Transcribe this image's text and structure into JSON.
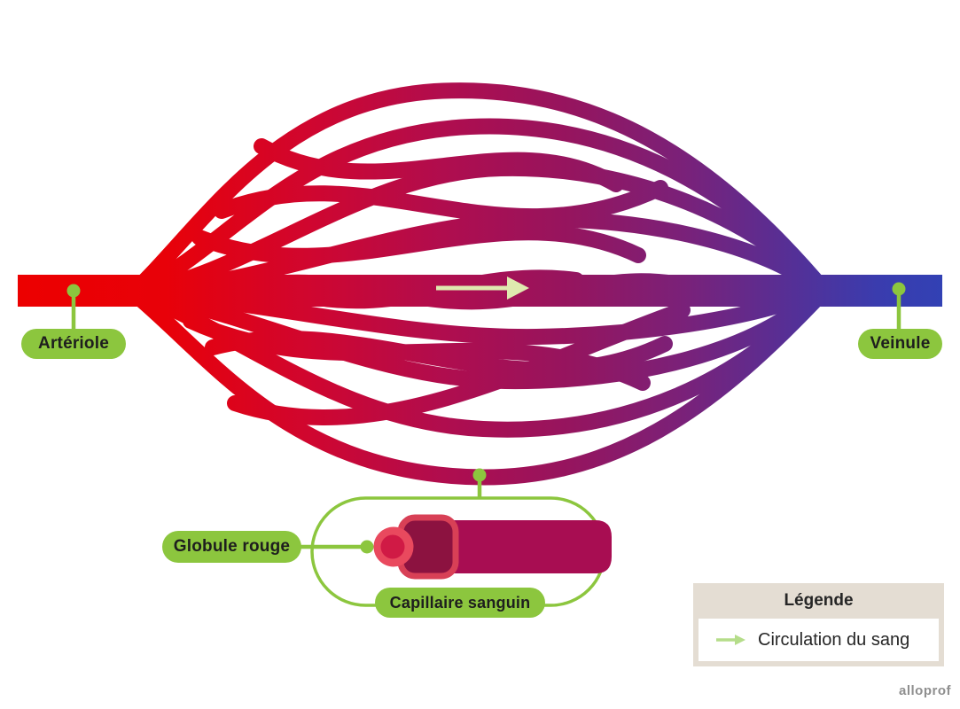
{
  "labels": {
    "arteriole": "Artériole",
    "veinule": "Veinule",
    "globule_rouge": "Globule rouge",
    "capillaire_sanguin": "Capillaire sanguin"
  },
  "legend": {
    "title": "Légende",
    "items": [
      {
        "icon": "flow-arrow-icon",
        "label": "Circulation du sang"
      }
    ]
  },
  "flow_arrow_icon": "right-arrow",
  "watermark": "alloprof",
  "colors": {
    "arteriole_red": "#ec0000",
    "venule_blue": "#3241b4",
    "mid_magenta": "#a80d52",
    "label_green": "#8cc63e",
    "vessel_flow_arrow": "#dfe9af",
    "legend_flow_arrow": "#b5dd8a",
    "legend_beige": "#e4ddd3",
    "cell_outer_red": "#e9495e",
    "cell_inner_red": "#d01a45",
    "tube_opening_dark": "#8c1240",
    "tube_rim_red": "#d84056",
    "text_dark": "#1e1e1e",
    "watermark_gray": "#8f8f8f"
  }
}
